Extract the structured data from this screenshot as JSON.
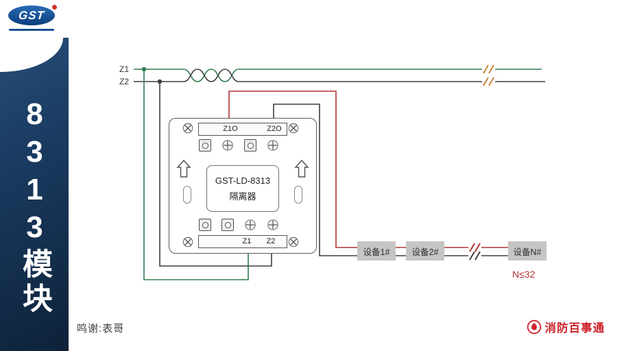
{
  "colors": {
    "sidebar_top": "#2a5480",
    "sidebar_bottom": "#0d2238",
    "wire_green": "#2f7c4d",
    "wire_dark": "#3d3d3d",
    "wire_red": "#b23432",
    "break_mark": "#c9843c",
    "device_fill": "#c5c5c5",
    "accent_red": "#cc2229",
    "module_border": "#5a5a5a"
  },
  "sidebar": {
    "logo_text": "GST",
    "vertical_title": "8313模块"
  },
  "diagram": {
    "bus": {
      "z1_label": "Z1",
      "z2_label": "Z2"
    },
    "module": {
      "title": "GST-LD-8313",
      "subtitle": "隔离器",
      "top_terminals": {
        "left": "Z1O",
        "right": "Z2O"
      },
      "bottom_terminals": {
        "left": "Z1",
        "right": "Z2"
      }
    },
    "devices": [
      {
        "label": "设备1#"
      },
      {
        "label": "设备2#"
      },
      {
        "label": "设备N#"
      }
    ],
    "device_limit": "N≤32"
  },
  "footer": {
    "credit": "鸣谢:表哥",
    "brand": "消防百事通"
  }
}
